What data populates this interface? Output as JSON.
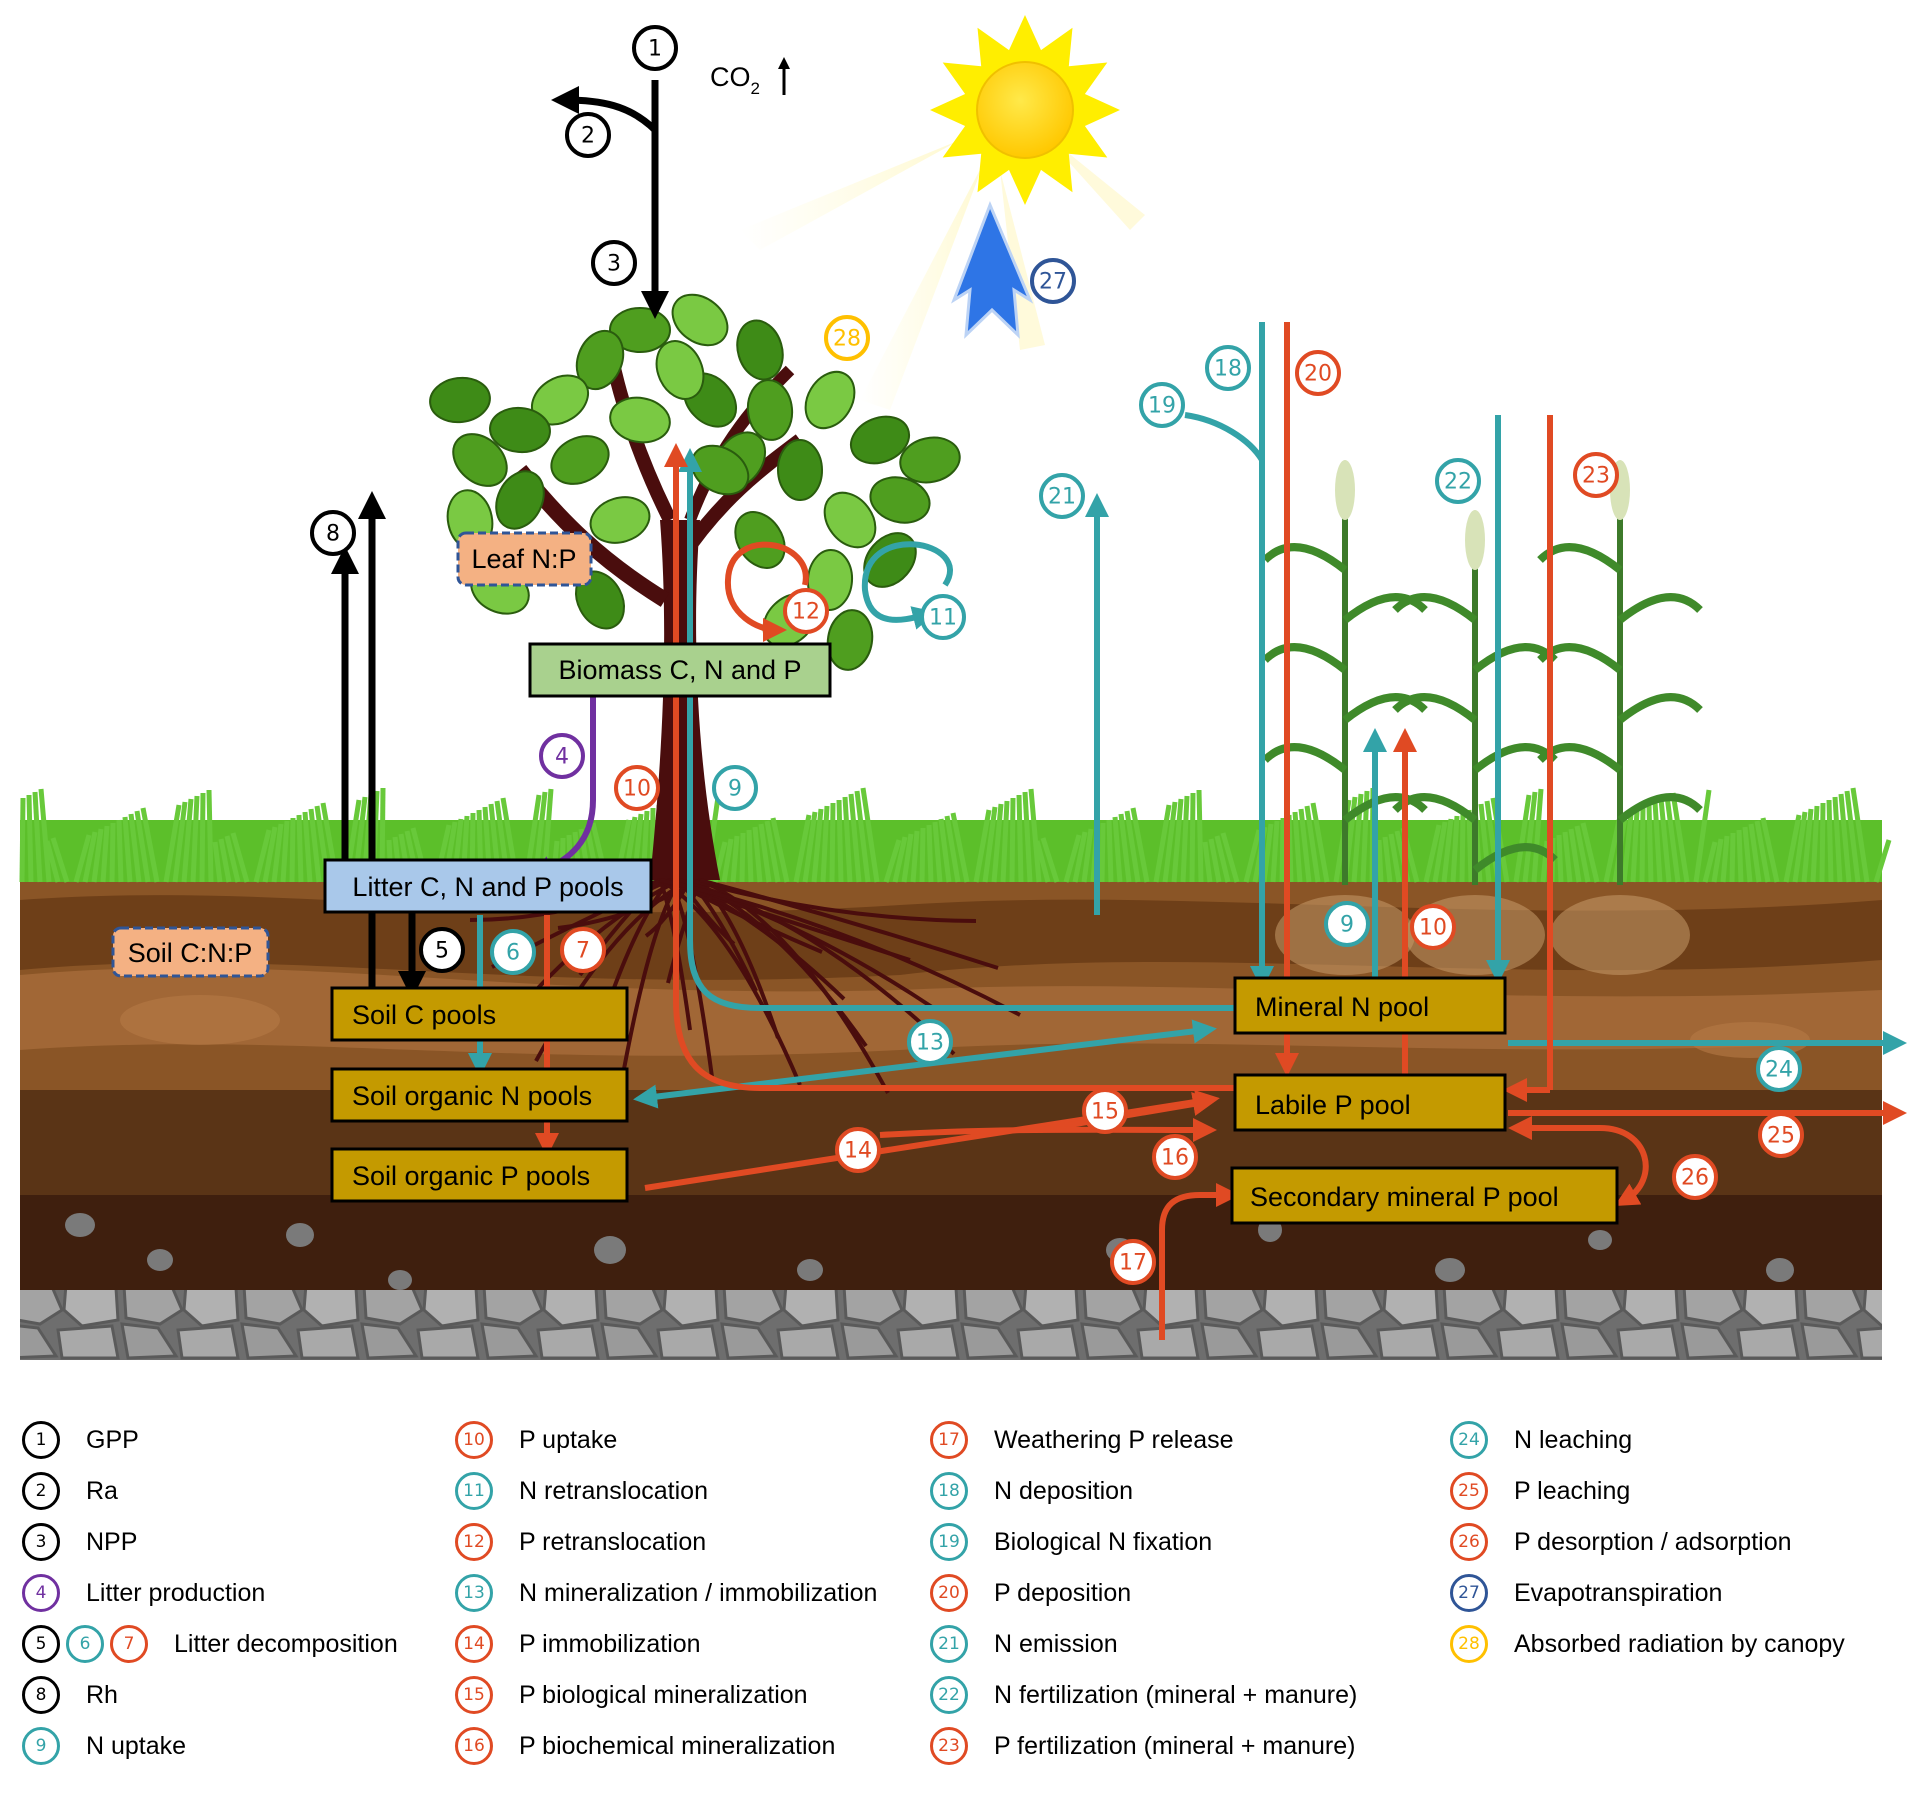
{
  "diagram": {
    "atmosphere_label": "CO2",
    "atmosphere_sub": "2",
    "atmosphere_main": "CO",
    "boxes": {
      "leaf_np": "Leaf N:P",
      "biomass": "Biomass C, N and P",
      "litter": "Litter C, N and P pools",
      "soil_cnp": "Soil C:N:P",
      "soil_c": "Soil C pools",
      "soil_org_n": "Soil organic N pools",
      "soil_org_p": "Soil organic P pools",
      "mineral_n": "Mineral N pool",
      "labile_p": "Labile P pool",
      "secondary_p": "Secondary mineral P pool"
    },
    "colors": {
      "carbon": "#000000",
      "litter": "#7030a0",
      "nitrogen": "#33a3a8",
      "phosphorus": "#e04a23",
      "water": "#2f5597",
      "radiation": "#ffc000",
      "pool_box": "#c49a00",
      "litter_box": "#a9c8ea",
      "biomass_box": "#a9d18e",
      "ratio_box": "#f4b183"
    },
    "flux_badges": {
      "b1": "1",
      "b2": "2",
      "b3": "3",
      "b4": "4",
      "b5": "5",
      "b6": "6",
      "b7": "7",
      "b8": "8",
      "b9a": "9",
      "b9b": "9",
      "b10a": "10",
      "b10b": "10",
      "b11": "11",
      "b12": "12",
      "b13": "13",
      "b14": "14",
      "b15": "15",
      "b16": "16",
      "b17": "17",
      "b18": "18",
      "b19": "19",
      "b20": "20",
      "b21": "21",
      "b22": "22",
      "b23": "23",
      "b24": "24",
      "b25": "25",
      "b26": "26",
      "b27": "27",
      "b28": "28"
    }
  },
  "legend": {
    "col1": [
      {
        "nums": [
          "1"
        ],
        "colors": [
          "#000000"
        ],
        "label": "GPP"
      },
      {
        "nums": [
          "2"
        ],
        "colors": [
          "#000000"
        ],
        "label": "Ra"
      },
      {
        "nums": [
          "3"
        ],
        "colors": [
          "#000000"
        ],
        "label": "NPP"
      },
      {
        "nums": [
          "4"
        ],
        "colors": [
          "#7030a0"
        ],
        "label": "Litter production"
      },
      {
        "nums": [
          "5",
          "6",
          "7"
        ],
        "colors": [
          "#000000",
          "#33a3a8",
          "#e04a23"
        ],
        "label": "Litter decomposition"
      },
      {
        "nums": [
          "8"
        ],
        "colors": [
          "#000000"
        ],
        "label": "Rh"
      },
      {
        "nums": [
          "9"
        ],
        "colors": [
          "#33a3a8"
        ],
        "label": "N uptake"
      }
    ],
    "col2": [
      {
        "nums": [
          "10"
        ],
        "colors": [
          "#e04a23"
        ],
        "label": "P uptake"
      },
      {
        "nums": [
          "11"
        ],
        "colors": [
          "#33a3a8"
        ],
        "label": "N retranslocation"
      },
      {
        "nums": [
          "12"
        ],
        "colors": [
          "#e04a23"
        ],
        "label": "P retranslocation"
      },
      {
        "nums": [
          "13"
        ],
        "colors": [
          "#33a3a8"
        ],
        "label": "N mineralization / immobilization"
      },
      {
        "nums": [
          "14"
        ],
        "colors": [
          "#e04a23"
        ],
        "label": "P immobilization"
      },
      {
        "nums": [
          "15"
        ],
        "colors": [
          "#e04a23"
        ],
        "label": "P biological mineralization"
      },
      {
        "nums": [
          "16"
        ],
        "colors": [
          "#e04a23"
        ],
        "label": "P biochemical mineralization"
      }
    ],
    "col3": [
      {
        "nums": [
          "17"
        ],
        "colors": [
          "#e04a23"
        ],
        "label": "Weathering P release"
      },
      {
        "nums": [
          "18"
        ],
        "colors": [
          "#33a3a8"
        ],
        "label": "N deposition"
      },
      {
        "nums": [
          "19"
        ],
        "colors": [
          "#33a3a8"
        ],
        "label": "Biological N fixation"
      },
      {
        "nums": [
          "20"
        ],
        "colors": [
          "#e04a23"
        ],
        "label": "P deposition"
      },
      {
        "nums": [
          "21"
        ],
        "colors": [
          "#33a3a8"
        ],
        "label": "N emission"
      },
      {
        "nums": [
          "22"
        ],
        "colors": [
          "#33a3a8"
        ],
        "label": "N fertilization (mineral + manure)"
      },
      {
        "nums": [
          "23"
        ],
        "colors": [
          "#e04a23"
        ],
        "label": "P fertilization (mineral + manure)"
      }
    ],
    "col4": [
      {
        "nums": [
          "24"
        ],
        "colors": [
          "#33a3a8"
        ],
        "label": "N leaching"
      },
      {
        "nums": [
          "25"
        ],
        "colors": [
          "#e04a23"
        ],
        "label": "P leaching"
      },
      {
        "nums": [
          "26"
        ],
        "colors": [
          "#e04a23"
        ],
        "label": "P desorption / adsorption"
      },
      {
        "nums": [
          "27"
        ],
        "colors": [
          "#2f5597"
        ],
        "label": "Evapotranspiration"
      },
      {
        "nums": [
          "28"
        ],
        "colors": [
          "#ffc000"
        ],
        "label": "Absorbed radiation by canopy"
      }
    ]
  }
}
